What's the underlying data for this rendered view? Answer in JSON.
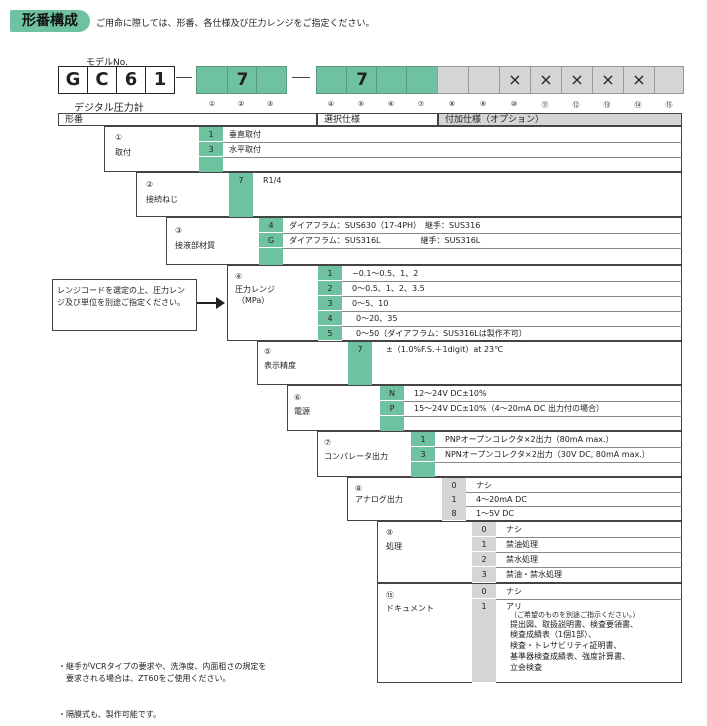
{
  "header": {
    "badge": "形番構成",
    "intro": "ご用命に際しては、形番、各仕様及び圧力レンジをご指定ください。"
  },
  "model": {
    "label": "モデルNo.",
    "chars": [
      "G",
      "C",
      "6",
      "1"
    ],
    "sublabel": "デジタル圧力計",
    "fixed7a": "7",
    "fixed7b": "7",
    "x": "×"
  },
  "positions": [
    "①",
    "②",
    "③",
    "④",
    "⑤",
    "⑥",
    "⑦",
    "⑧",
    "⑨",
    "⑩",
    "⑪",
    "⑫",
    "⑬",
    "⑭",
    "⑮"
  ],
  "bars": {
    "model": "形番",
    "select": "選択仕様",
    "option": "付加仕様（オプション）"
  },
  "s1": {
    "num": "①",
    "name": "取付",
    "rows": [
      {
        "code": "1",
        "desc": "垂直取付"
      },
      {
        "code": "3",
        "desc": "水平取付"
      }
    ]
  },
  "s2": {
    "num": "②",
    "name": "接続ねじ",
    "rows": [
      {
        "code": "7",
        "desc": "R1/4"
      }
    ]
  },
  "s3": {
    "num": "③",
    "name": "接液部材質",
    "rows": [
      {
        "code": "4",
        "desc": "ダイアフラム：SUS630（17-4PH）　継手：SUS316"
      },
      {
        "code": "G",
        "desc": "ダイアフラム：SUS316L　　　　　継手：SUS316L"
      }
    ]
  },
  "s4": {
    "num": "④",
    "name": "圧力レンジ",
    "unit": "（MPa）",
    "rows": [
      {
        "code": "1",
        "desc": "−0.1〜0.5、1、2"
      },
      {
        "code": "2",
        "desc": "0〜0.5、1、2、3.5"
      },
      {
        "code": "3",
        "desc": "0〜5、10"
      },
      {
        "code": "4",
        "desc": "0〜20、35"
      },
      {
        "code": "5",
        "desc": "0〜50（ダイアフラム：SUS316Lは製作不可）"
      }
    ]
  },
  "note": {
    "text": "レンジコードを選定の上、圧力レンジ及び単位を別途ご指定ください。"
  },
  "s5": {
    "num": "⑤",
    "name": "表示精度",
    "rows": [
      {
        "code": "7",
        "desc": "±（1.0%F.S.＋1digit）at 23℃"
      }
    ]
  },
  "s6": {
    "num": "⑥",
    "name": "電源",
    "rows": [
      {
        "code": "N",
        "desc": "12〜24V DC±10%"
      },
      {
        "code": "P",
        "desc": "15〜24V DC±10%（4〜20mA DC 出力付の場合）"
      }
    ]
  },
  "s7": {
    "num": "⑦",
    "name": "コンパレータ出力",
    "rows": [
      {
        "code": "1",
        "desc": "PNPオープンコレクタ×2出力（80mA max.）"
      },
      {
        "code": "3",
        "desc": "NPNオープンコレクタ×2出力（30V DC, 80mA max.）"
      }
    ]
  },
  "s8": {
    "num": "⑧",
    "name": "アナログ出力",
    "rows": [
      {
        "code": "0",
        "desc": "ナシ"
      },
      {
        "code": "1",
        "desc": "4〜20mA DC"
      },
      {
        "code": "8",
        "desc": "1〜5V DC"
      }
    ]
  },
  "s9": {
    "num": "⑨",
    "name": "処理",
    "rows": [
      {
        "code": "0",
        "desc": "ナシ"
      },
      {
        "code": "1",
        "desc": "禁油処理"
      },
      {
        "code": "2",
        "desc": "禁水処理"
      },
      {
        "code": "3",
        "desc": "禁油・禁水処理"
      }
    ]
  },
  "s15": {
    "num": "⑮",
    "name": "ドキュメント",
    "rows": [
      {
        "code": "0",
        "desc": "ナシ"
      },
      {
        "code": "1",
        "desc": "アリ"
      }
    ],
    "detail": [
      "（ご希望のものを別途ご指示ください。）",
      "提出図、取扱説明書、検査要領書、",
      "検査成績表（1個1部）、",
      "検査・トレサビリティ証明書、",
      "基準器検査成績表、強度計算書、",
      "立会検査"
    ]
  },
  "footnotes": [
    "・継手がVCRタイプの要求や、洗浄度、内面粗さの規定を",
    "　要求される場合は、ZT60をご使用ください。",
    "・隔膜式も、製作可能です。"
  ]
}
